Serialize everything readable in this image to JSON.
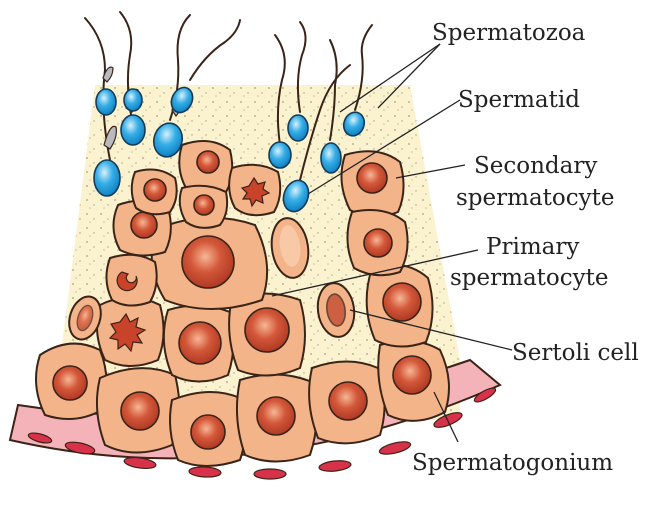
{
  "labels": {
    "spermatozoa": "Spermatozoa",
    "spermatid": "Spermatid",
    "secondary_1": "Secondary",
    "secondary_2": "spermatocyte",
    "primary_1": "Primary",
    "primary_2": "spermatocyte",
    "sertoli": "Sertoli cell",
    "spermatogonium": "Spermatogonium"
  },
  "colors": {
    "cytoplasm": "#f4b48a",
    "nucleus": "#c0442a",
    "sperm_head": "#1ea0df",
    "lumen_fill": "#fbf3d0",
    "basement": "#f0a3ad",
    "capillary": "#d8324a"
  }
}
